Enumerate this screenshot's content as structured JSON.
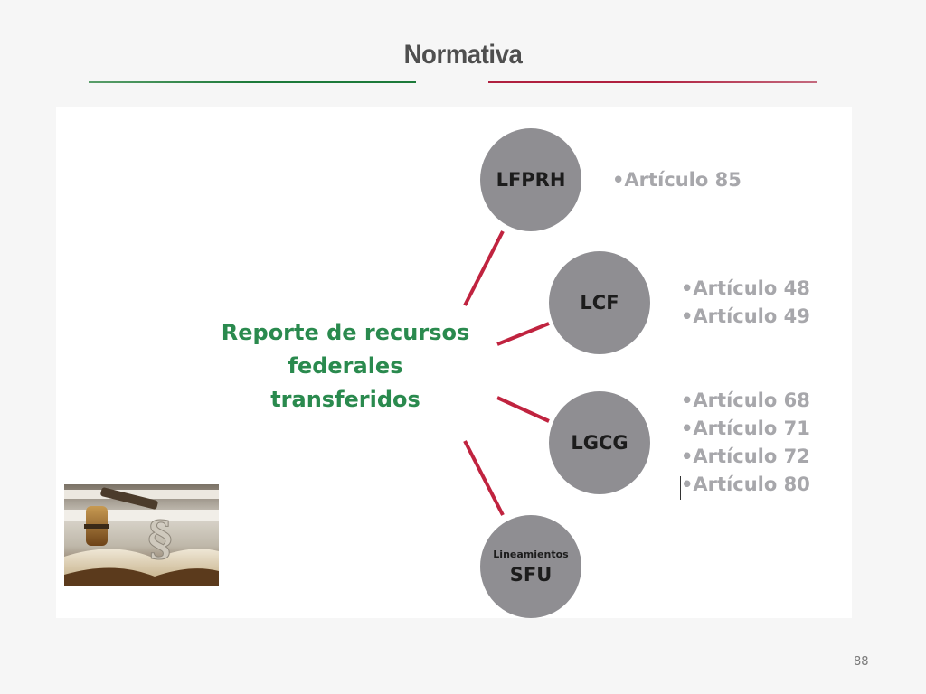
{
  "slide": {
    "title": "Normativa",
    "page_number": "88"
  },
  "center": {
    "lines": [
      "Reporte de recursos",
      "federales",
      "transferidos"
    ]
  },
  "nodes": [
    {
      "id": "lfprh",
      "label_small": "",
      "label": "LFPRH",
      "articles": [
        "•Artículo 85"
      ]
    },
    {
      "id": "lcf",
      "label_small": "",
      "label": "LCF",
      "articles": [
        "•Artículo 48",
        "•Artículo 49"
      ]
    },
    {
      "id": "lgcg",
      "label_small": "",
      "label": "LGCG",
      "articles": [
        "•Artículo 68",
        "•Artículo 71",
        "•Artículo 72",
        "•Artículo 80"
      ]
    },
    {
      "id": "sfu",
      "label_small": "Lineamientos",
      "label": "SFU",
      "articles": []
    }
  ],
  "image": {
    "icon": "section-sign",
    "glyph": "§"
  },
  "colors": {
    "green": "#2a8a4e",
    "red": "#c0233f",
    "node_gray": "#8f8e92",
    "article_gray": "#a7a7ab"
  }
}
